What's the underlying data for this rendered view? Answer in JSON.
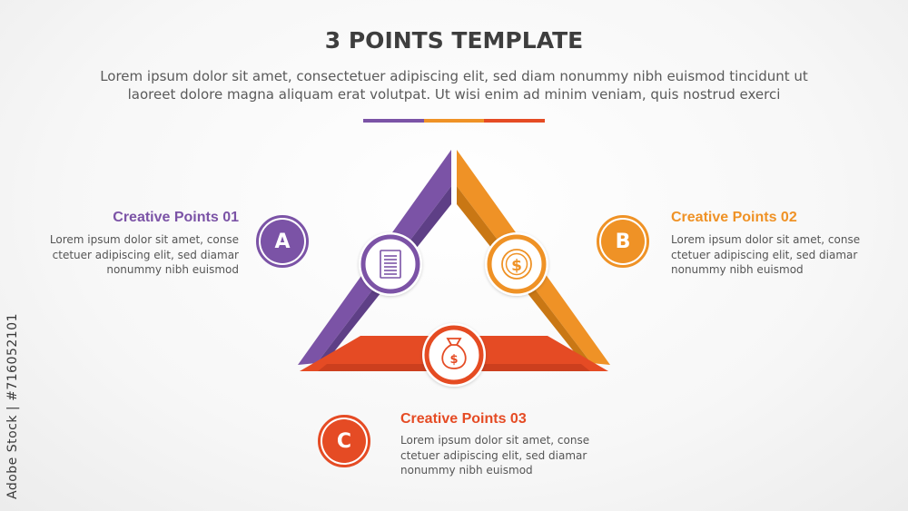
{
  "header": {
    "title": "3 POINTS TEMPLATE",
    "subtitle_line1": "Lorem ipsum dolor sit amet, consectetuer adipiscing elit, sed diam nonummy nibh euismod tincidunt ut",
    "subtitle_line2": "laoreet dolore magna aliquam erat volutpat. Ut wisi enim ad minim veniam, quis nostrud exerci"
  },
  "colors": {
    "purple": "#7b53a6",
    "purple_dark": "#5e3f86",
    "orange": "#ef9226",
    "orange_dark": "#c97714",
    "red": "#e54b24",
    "red_dark": "#b8361a"
  },
  "points": [
    {
      "letter": "A",
      "title": "Creative Points 01",
      "desc_lines": [
        "Lorem ipsum dolor sit amet, conse",
        "ctetuer adipiscing elit, sed diamar",
        "nonummy nibh euismod"
      ],
      "icon": "document-icon"
    },
    {
      "letter": "B",
      "title": "Creative Points 02",
      "desc_lines": [
        "Lorem ipsum dolor sit amet, conse",
        "ctetuer adipiscing elit, sed diamar",
        "nonummy nibh euismod"
      ],
      "icon": "dollar-coin-icon"
    },
    {
      "letter": "C",
      "title": "Creative Points 03",
      "desc_lines": [
        "Lorem ipsum dolor sit amet, conse",
        "ctetuer adipiscing elit, sed diamar",
        "nonummy nibh euismod"
      ],
      "icon": "money-bag-icon"
    }
  ],
  "watermark": "Adobe Stock | #716052101"
}
